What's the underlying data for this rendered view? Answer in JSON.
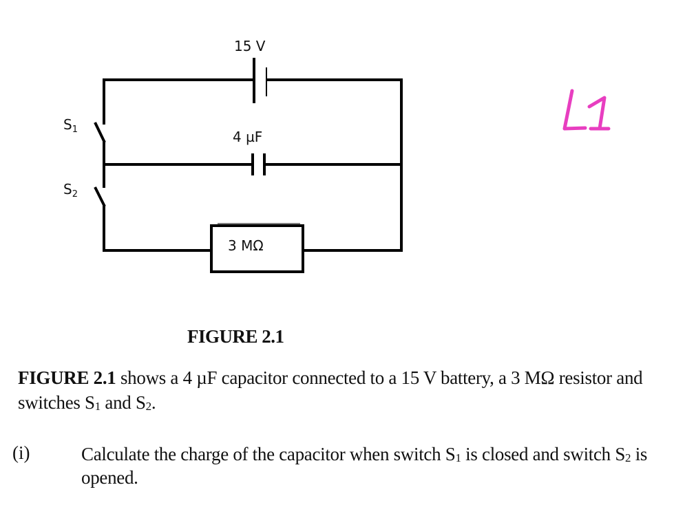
{
  "circuit": {
    "battery_label": "15 V",
    "capacitor_label": "4 µF",
    "resistor_label": "3 MΩ",
    "switch_1": {
      "letter": "S",
      "subscript": "1"
    },
    "switch_2": {
      "letter": "S",
      "subscript": "2"
    }
  },
  "annotation": {
    "text": "L1",
    "color": "#e83ec0"
  },
  "figure_caption": "FIGURE 2.1",
  "description": {
    "lead_bold": "FIGURE 2.1",
    "text_part1": " shows a 4 µF capacitor connected to a 15 V battery, a 3 MΩ resistor and switches S",
    "sub1": "1",
    "text_part2": " and S",
    "sub2": "2",
    "text_part3": "."
  },
  "question": {
    "label": "(i)",
    "text_part1": "Calculate the charge of the capacitor when switch S",
    "sub1": "1",
    "text_part2": " is closed and switch S",
    "sub2": "2",
    "text_part3": " is opened."
  }
}
